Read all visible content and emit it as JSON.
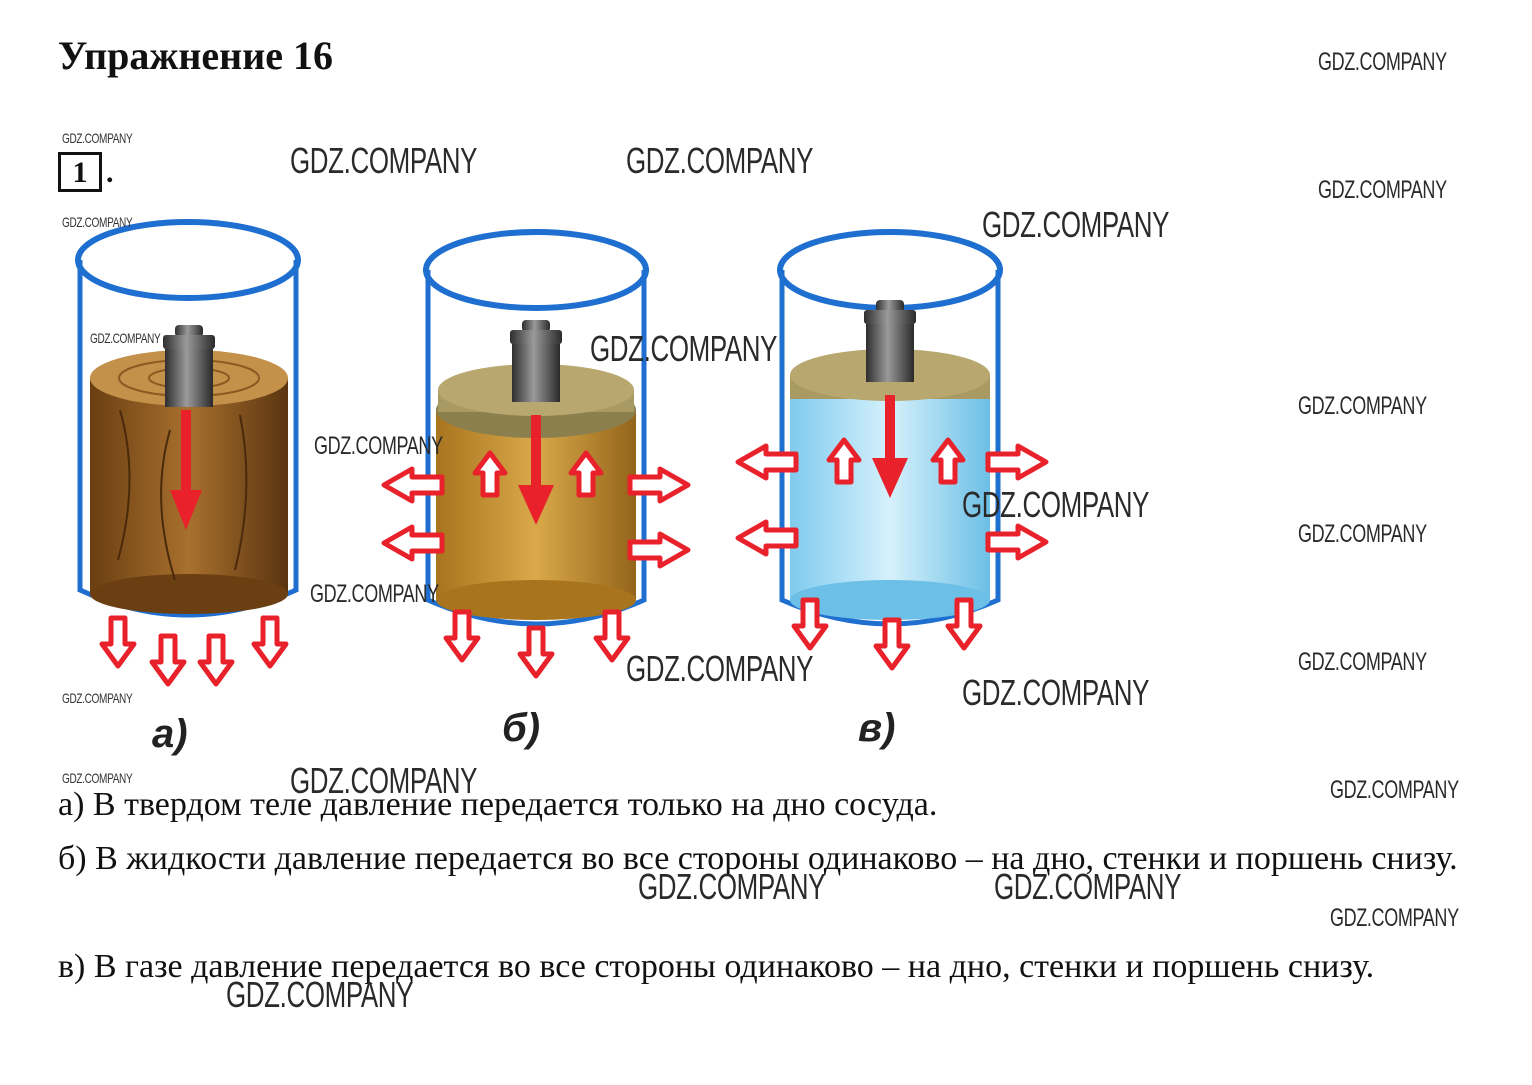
{
  "header": {
    "title": "Упражнение 16",
    "task_number": "1"
  },
  "figure": {
    "labels": [
      "а)",
      "б)",
      "в)"
    ]
  },
  "answers": [
    "а) В твердом теле давление передается только на дно сосуда.",
    "б) В жидкости давление передается во все стороны одинаково – на дно, стенки и поршень снизу.",
    "в) В газе давление передается во все стороны одинаково – на дно, стенки и поршень снизу."
  ],
  "watermark": "GDZ.COMPANY",
  "colors": {
    "arrow": "#e8212b",
    "glass": "#1e6fd0",
    "wood": "#8a5a22",
    "sand": "#c8962e",
    "water": "#bfe6f7",
    "lid": "#a89a62",
    "weight": "#4a4a4a"
  }
}
